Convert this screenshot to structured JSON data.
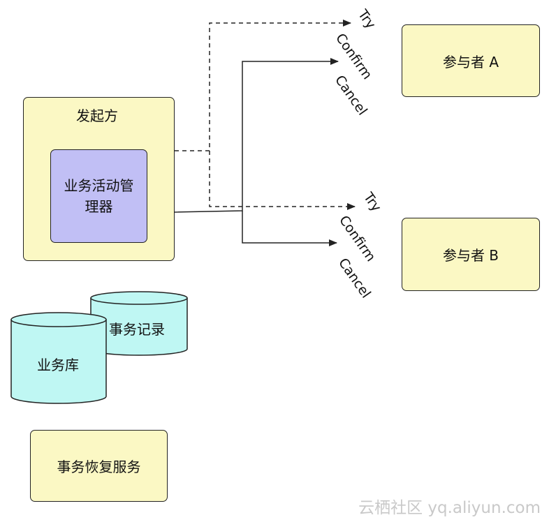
{
  "initiator": {
    "title": "发起方",
    "manager_line1": "业务活动管",
    "manager_line2": "理器"
  },
  "participants": [
    {
      "label": "参与者 A"
    },
    {
      "label": "参与者 B"
    }
  ],
  "phases_a": [
    "Try",
    "Confirm",
    "Cancel"
  ],
  "phases_b": [
    "Try",
    "Confirm",
    "Cancel"
  ],
  "stores": {
    "transaction_log": "事务记录",
    "business_db": "业务库"
  },
  "recovery_service": "事务恢复服务",
  "watermark": "云栖社区 yq.aliyun.com",
  "colors": {
    "box_fill": "#fbf8c4",
    "manager_fill": "#c1bff5",
    "cylinder_fill": "#bff7f3",
    "line": "#222222"
  }
}
